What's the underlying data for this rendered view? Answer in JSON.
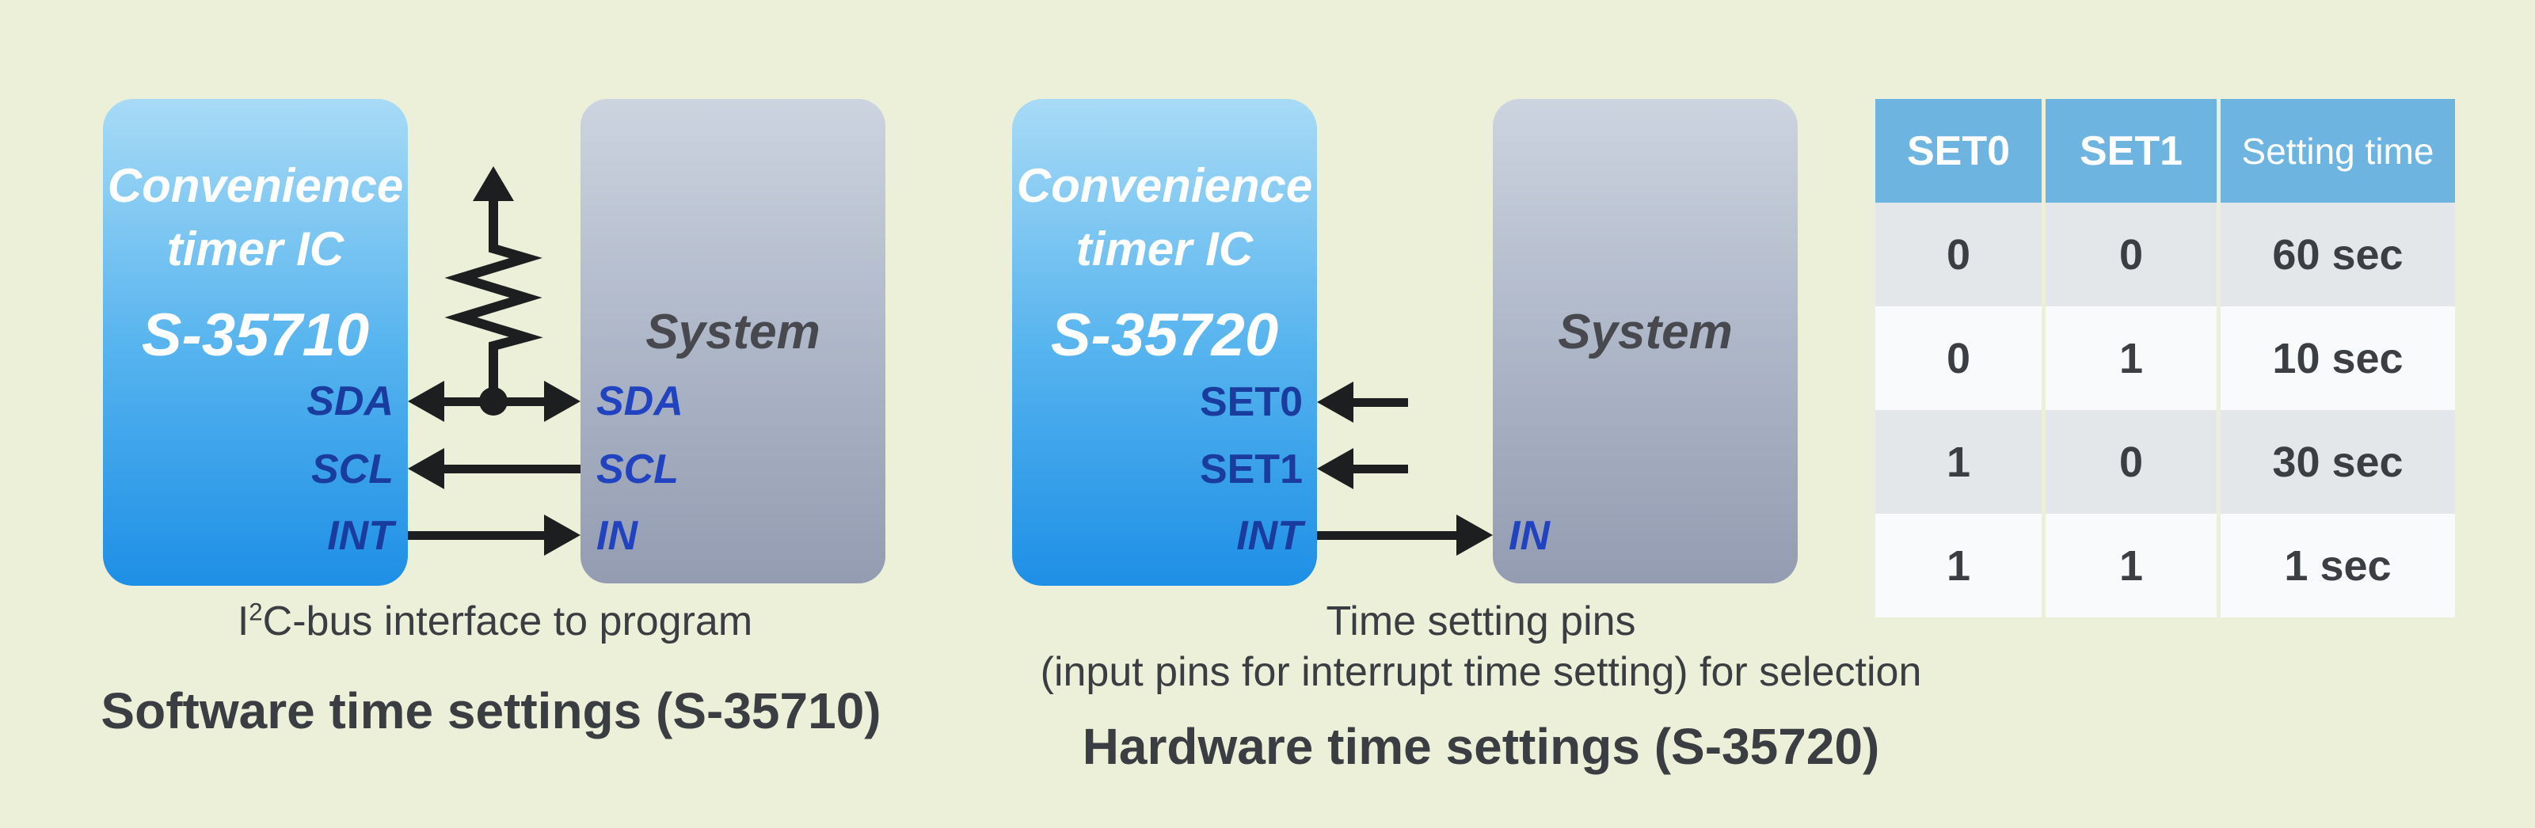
{
  "colors": {
    "background": "#edf0d9",
    "ic_box_gradient_top": "#a8dbf6",
    "ic_box_gradient_bottom": "#1e8fe6",
    "system_box_gradient_top": "#ccd4e0",
    "system_box_gradient_bottom": "#939cb1",
    "table_header_bg": "#6db4e1",
    "table_row_alt_bg": "#e4e7ea",
    "table_row_bg": "#f9fafb",
    "ic_pin_text": "#1a3c9f",
    "system_pin_text": "#2143c0",
    "wire_color": "#1d1e20"
  },
  "left_diagram": {
    "ic_name_line1": "Convenience",
    "ic_name_line2": "timer IC",
    "ic_part": "S-35710",
    "ic_pins": [
      "SDA",
      "SCL",
      "INT"
    ],
    "system_label": "System",
    "system_pins": [
      "SDA",
      "SCL",
      "IN"
    ],
    "caption_prefix": "I",
    "caption_sup": "2",
    "caption_rest": "C-bus interface to program",
    "title": "Software time settings (S-35710)"
  },
  "right_diagram": {
    "ic_name_line1": "Convenience",
    "ic_name_line2": "timer IC",
    "ic_part": "S-35720",
    "ic_pins": [
      "SET0",
      "SET1",
      "INT"
    ],
    "system_label": "System",
    "system_pins": [
      "IN"
    ],
    "caption_line1": "Time setting pins",
    "caption_line2": "(input pins for interrupt time setting) for selection",
    "title": "Hardware time settings (S-35720)"
  },
  "table": {
    "headers": [
      "SET0",
      "SET1",
      "Setting time"
    ],
    "rows": [
      [
        "0",
        "0",
        "60 sec"
      ],
      [
        "0",
        "1",
        "10 sec"
      ],
      [
        "1",
        "0",
        "30 sec"
      ],
      [
        "1",
        "1",
        "1 sec"
      ]
    ]
  }
}
